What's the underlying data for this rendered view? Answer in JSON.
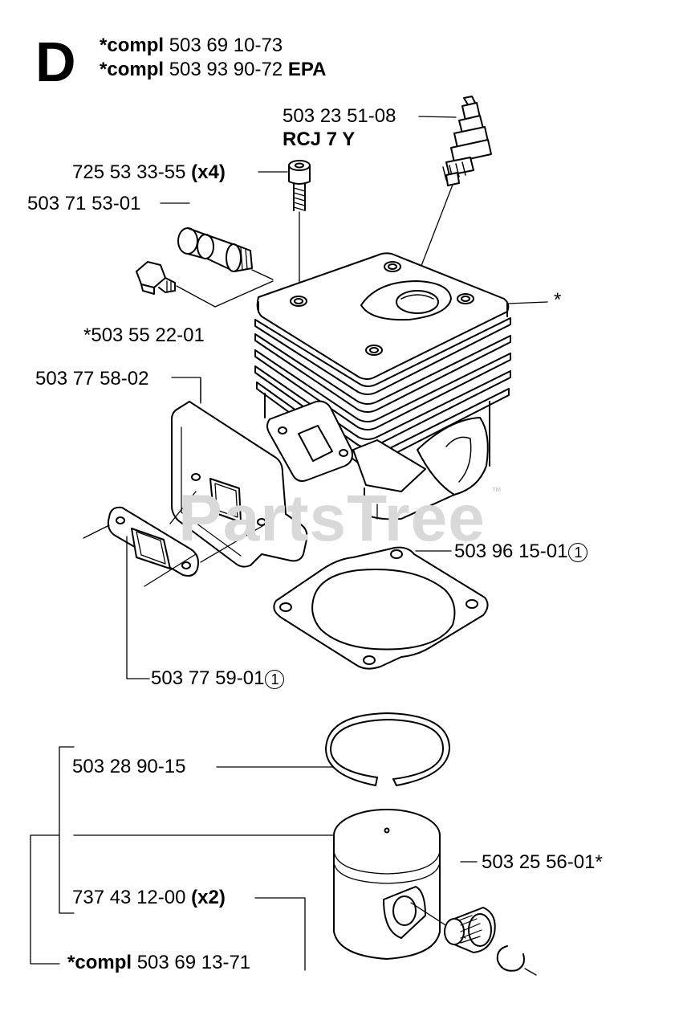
{
  "section": "D",
  "header": {
    "line1": {
      "prefix": "*compl",
      "number": "503 69 10-73",
      "suffix": ""
    },
    "line2": {
      "prefix": "*compl",
      "number": "503 93 90-72",
      "suffix": "EPA"
    }
  },
  "watermark": {
    "text": "PartsTree",
    "tm": "™"
  },
  "parts": {
    "spark_plug": {
      "number": "503 23 51-08",
      "code": "RCJ 7 Y"
    },
    "screw": {
      "number": "725 53 33-55",
      "qty": "(x4)"
    },
    "decomp_valve": {
      "number": "503 71 53-01"
    },
    "plug": {
      "number": "*503 55 22-01"
    },
    "cylinder": {
      "number": "*"
    },
    "exhaust_plate": {
      "number": "503 77 58-02"
    },
    "base_gasket": {
      "number": "503 96 15-01",
      "mark": "1"
    },
    "exhaust_gasket": {
      "number": "503 77 59-01",
      "mark": "1"
    },
    "piston_ring": {
      "number": "503 28 90-15"
    },
    "piston": {
      "number": "503 25 56-01*"
    },
    "needle_bearing": {
      "number": "737 43 12-00",
      "qty": "(x2)"
    },
    "piston_kit": {
      "prefix": "*compl",
      "number": "503 69 13-71"
    }
  }
}
